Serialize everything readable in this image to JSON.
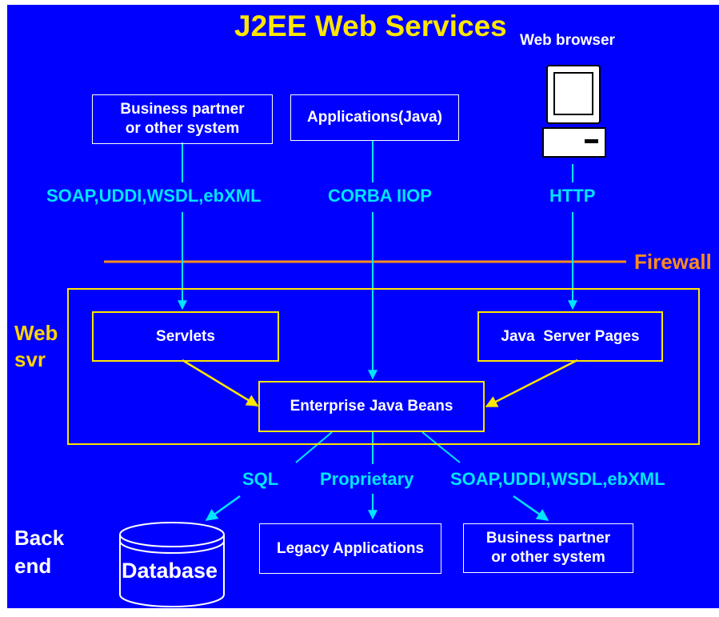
{
  "title": "J2EE Web Services",
  "web_browser": {
    "label": "Web browser",
    "icon": "computer-icon"
  },
  "top_boxes": {
    "partner": "Business partner\nor other system",
    "applications": "Applications(Java)"
  },
  "protocols_top": {
    "left": "SOAP,UDDI,WSDL,ebXML",
    "center": "CORBA IIOP",
    "right": "HTTP"
  },
  "firewall": "Firewall",
  "web_server": {
    "label": "Web\nsvr",
    "servlets": "Servlets",
    "jsp": "Java  Server Pages",
    "ejb": "Enterprise Java Beans"
  },
  "protocols_bottom": {
    "sql": "SQL",
    "proprietary": "Proprietary",
    "soap": "SOAP,UDDI,WSDL,ebXML"
  },
  "back_end": {
    "label": "Back\nend",
    "database": "Database",
    "legacy": "Legacy Applications",
    "partner": "Business partner\nor other system"
  },
  "colors": {
    "background": "#0000ff",
    "title": "#ffe600",
    "protocol_text": "#00e5ff",
    "connector": "#00e5ff",
    "firewall_line": "#ff8c1a",
    "web_server_border": "#ffe600",
    "box_border": "#ffffff"
  }
}
